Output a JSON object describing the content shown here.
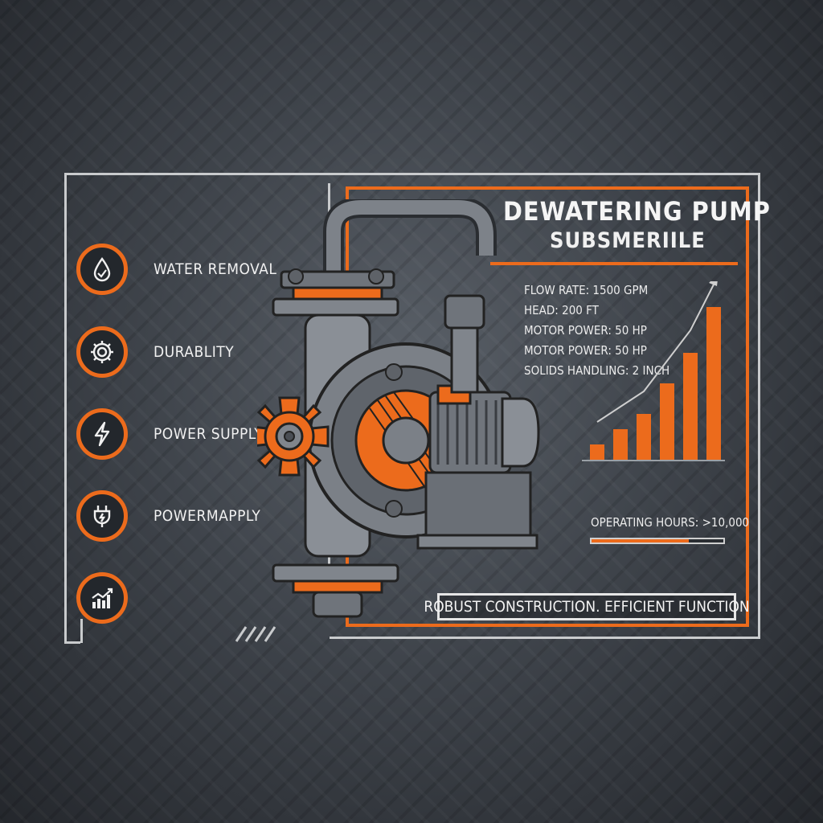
{
  "header": {
    "title": "DEWATERING PUMP",
    "subtitle": "SUBSMERIILE"
  },
  "features": [
    {
      "label": "WATER REMOVAL",
      "icon": "water-drop-icon"
    },
    {
      "label": "DURABLITY",
      "icon": "gear-icon"
    },
    {
      "label": "POWER SUPPLY",
      "icon": "lightning-bolt-icon"
    },
    {
      "label": "POWERMAPPLY",
      "icon": "power-plug-icon"
    },
    {
      "label": "",
      "icon": "growth-chart-icon"
    }
  ],
  "specs": [
    "FLOW RATE: 1500 GPM",
    "HEAD: 200 FT",
    "MOTOR POWER: 50 HP",
    "MOTOR POWER: 50 HP",
    "SOLIDS HANDLING: 2 INCH"
  ],
  "chart_data": {
    "type": "bar",
    "values": [
      1,
      2,
      3,
      5,
      7,
      10
    ],
    "trend_line": true,
    "colors": {
      "bars": "#ec6b1c",
      "line": "#cfcfcf"
    }
  },
  "operating": {
    "label": "OPERATING HOURS: >10,000",
    "progress": 0.74
  },
  "tagline": "ROBUST CONSTRUCTION. EFFICIENT FUNCTION",
  "colors": {
    "accent": "#ec6b1c",
    "frame": "#c9cbcd",
    "background": "#3f444b"
  }
}
